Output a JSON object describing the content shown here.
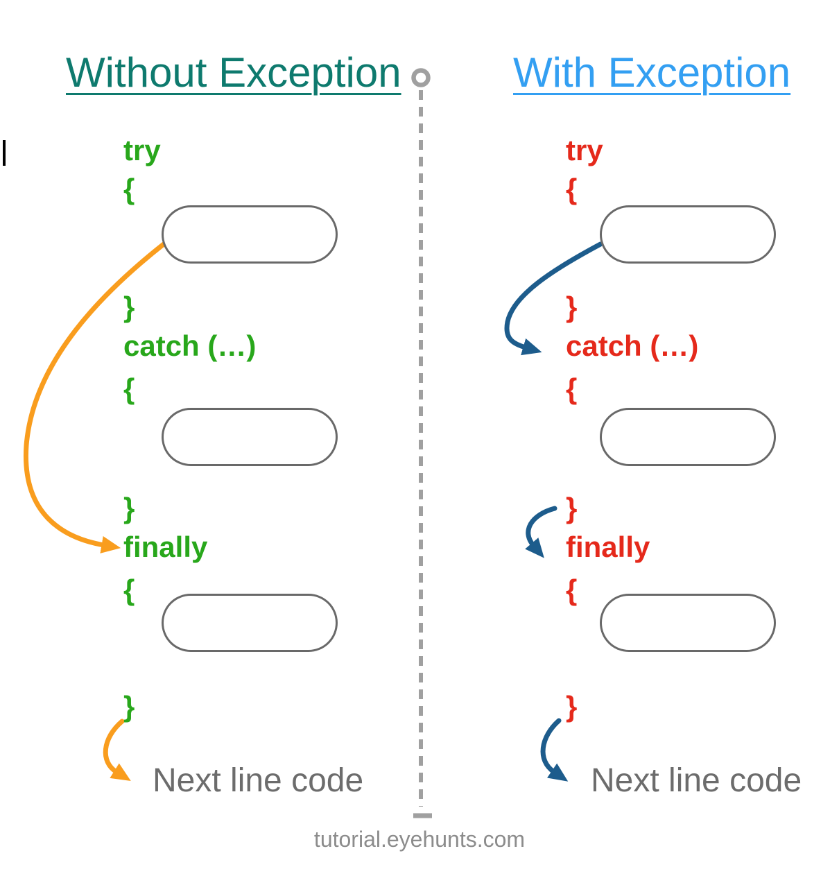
{
  "header": {
    "left_title": "Without Exception",
    "right_title": "With Exception"
  },
  "code": {
    "try_label": "try",
    "open_brace": "{",
    "close_brace": "}",
    "catch_label": "catch (…)",
    "finally_label": "finally",
    "next_line_label": "Next line code"
  },
  "flows": {
    "without_exception": [
      "try block → finally",
      "finally close brace → Next line code"
    ],
    "with_exception": [
      "try block → catch (…)",
      "catch close brace → finally",
      "finally close brace → Next line code"
    ]
  },
  "footer": {
    "watermark": "tutorial.eyehunts.com"
  },
  "colors": {
    "left_title": "#0e7a6e",
    "right_title": "#339ff2",
    "left_code": "#28a71b",
    "right_code": "#e5291b",
    "left_arrow": "#f99d1e",
    "right_arrow": "#1d5c8c",
    "pill_border": "#696969",
    "divider": "#a0a0a0",
    "next_line_text": "#6c6c6c",
    "watermark": "#8c8c8c",
    "cursor": "#000000"
  }
}
